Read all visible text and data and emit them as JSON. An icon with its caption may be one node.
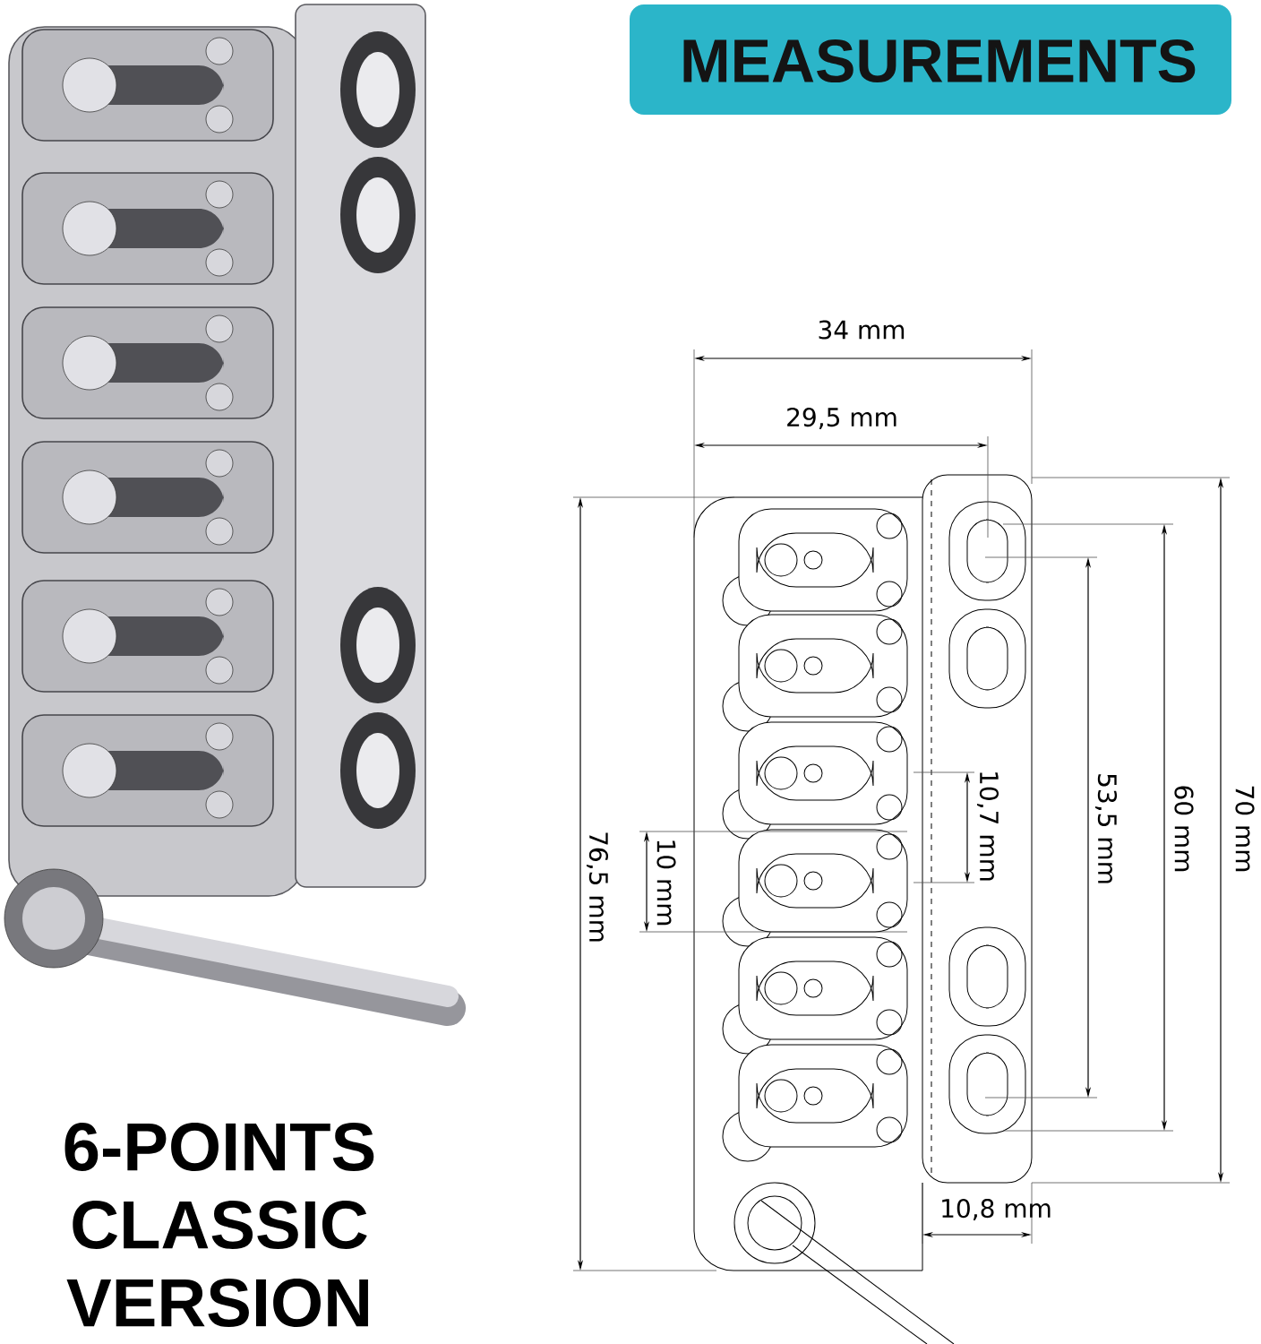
{
  "diagram": {
    "title": "MEASUREMENTS",
    "caption": "6-POINTS CLASSIC VERSION",
    "labels": [
      "34 mm",
      "29,5 mm",
      "76,5 mm",
      "10 mm",
      "10,7 mm",
      "53,5 mm",
      "60 mm",
      "70 mm",
      "10,8 mm"
    ]
  }
}
